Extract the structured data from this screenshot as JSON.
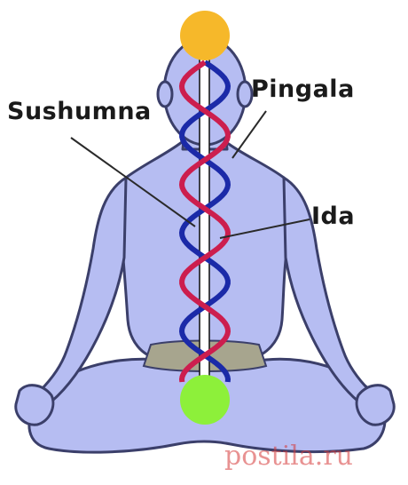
{
  "labels": {
    "sushumna": "Sushumna",
    "pingala": "Pingala",
    "ida": "Ida"
  },
  "watermark": {
    "text": "postila.ru"
  },
  "colors": {
    "body_fill": "#b6bdf2",
    "body_outline": "#3b3f6a",
    "cloth": "#a7a58e",
    "crown_chakra": "#f6b82a",
    "root_chakra": "#8df03a",
    "ida_channel": "#1b2aa8",
    "pingala_channel": "#cc1e4e",
    "sushumna_channel": "#ffffff",
    "watermark": "#d63a3a"
  }
}
